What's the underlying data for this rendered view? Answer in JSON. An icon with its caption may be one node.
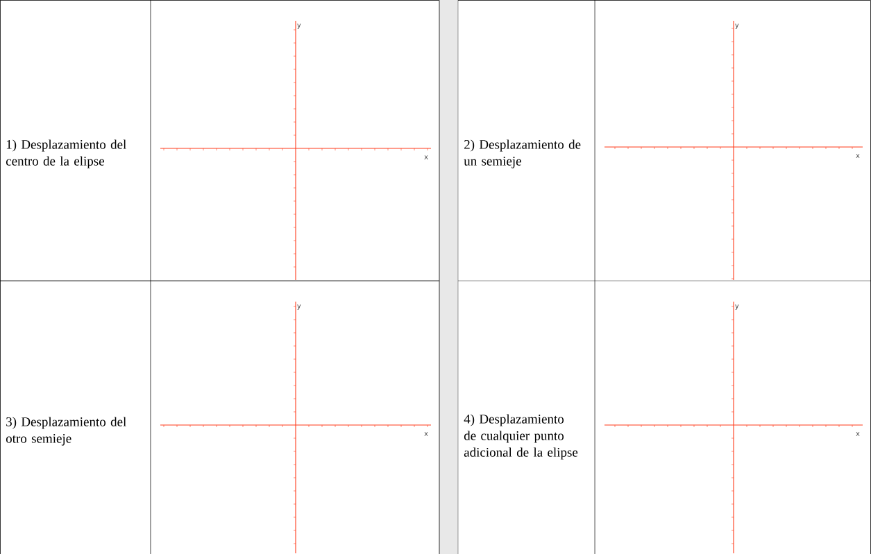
{
  "diagram": {
    "labels": [
      "1) Desplazamiento del centro de la elipse",
      "y",
      "x",
      "2) Desplazamiento de un semieje",
      "y",
      "x",
      "3) Desplazamiento del otro semieje",
      "y",
      "x",
      "4) Desplazamiento de cualquier punto adicional de la elipse",
      "y",
      "x"
    ]
  }
}
